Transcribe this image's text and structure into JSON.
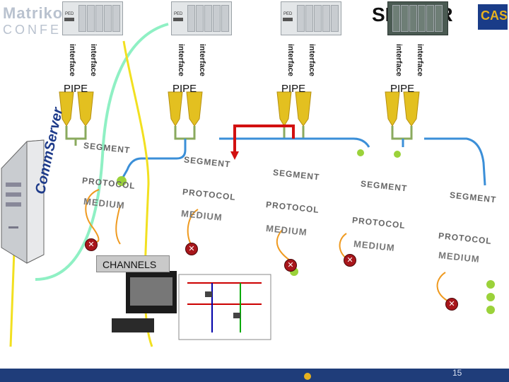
{
  "header": {
    "brand_line1": "Matrikon",
    "brand_line2": "CONFERENCE",
    "server_title": "SERVER",
    "logo_text": "CAS"
  },
  "plc_label": "PED",
  "interface_label": "interface",
  "pipe_label": "PIPE",
  "segment_label": "SEGMENT",
  "protocol_label": "PROTOCOL",
  "medium_label": "MEDIUM",
  "channels_label": "CHANNELS",
  "comm_server_label": "CommServer",
  "page_number": "15",
  "colors": {
    "green_line": "#8aaa5e",
    "blue_line": "#3b8fd8",
    "red_line": "#d21010",
    "mint_line": "#8ff0c4",
    "yellow_line": "#f2e020",
    "pipe_yellow": "#e3c020"
  }
}
